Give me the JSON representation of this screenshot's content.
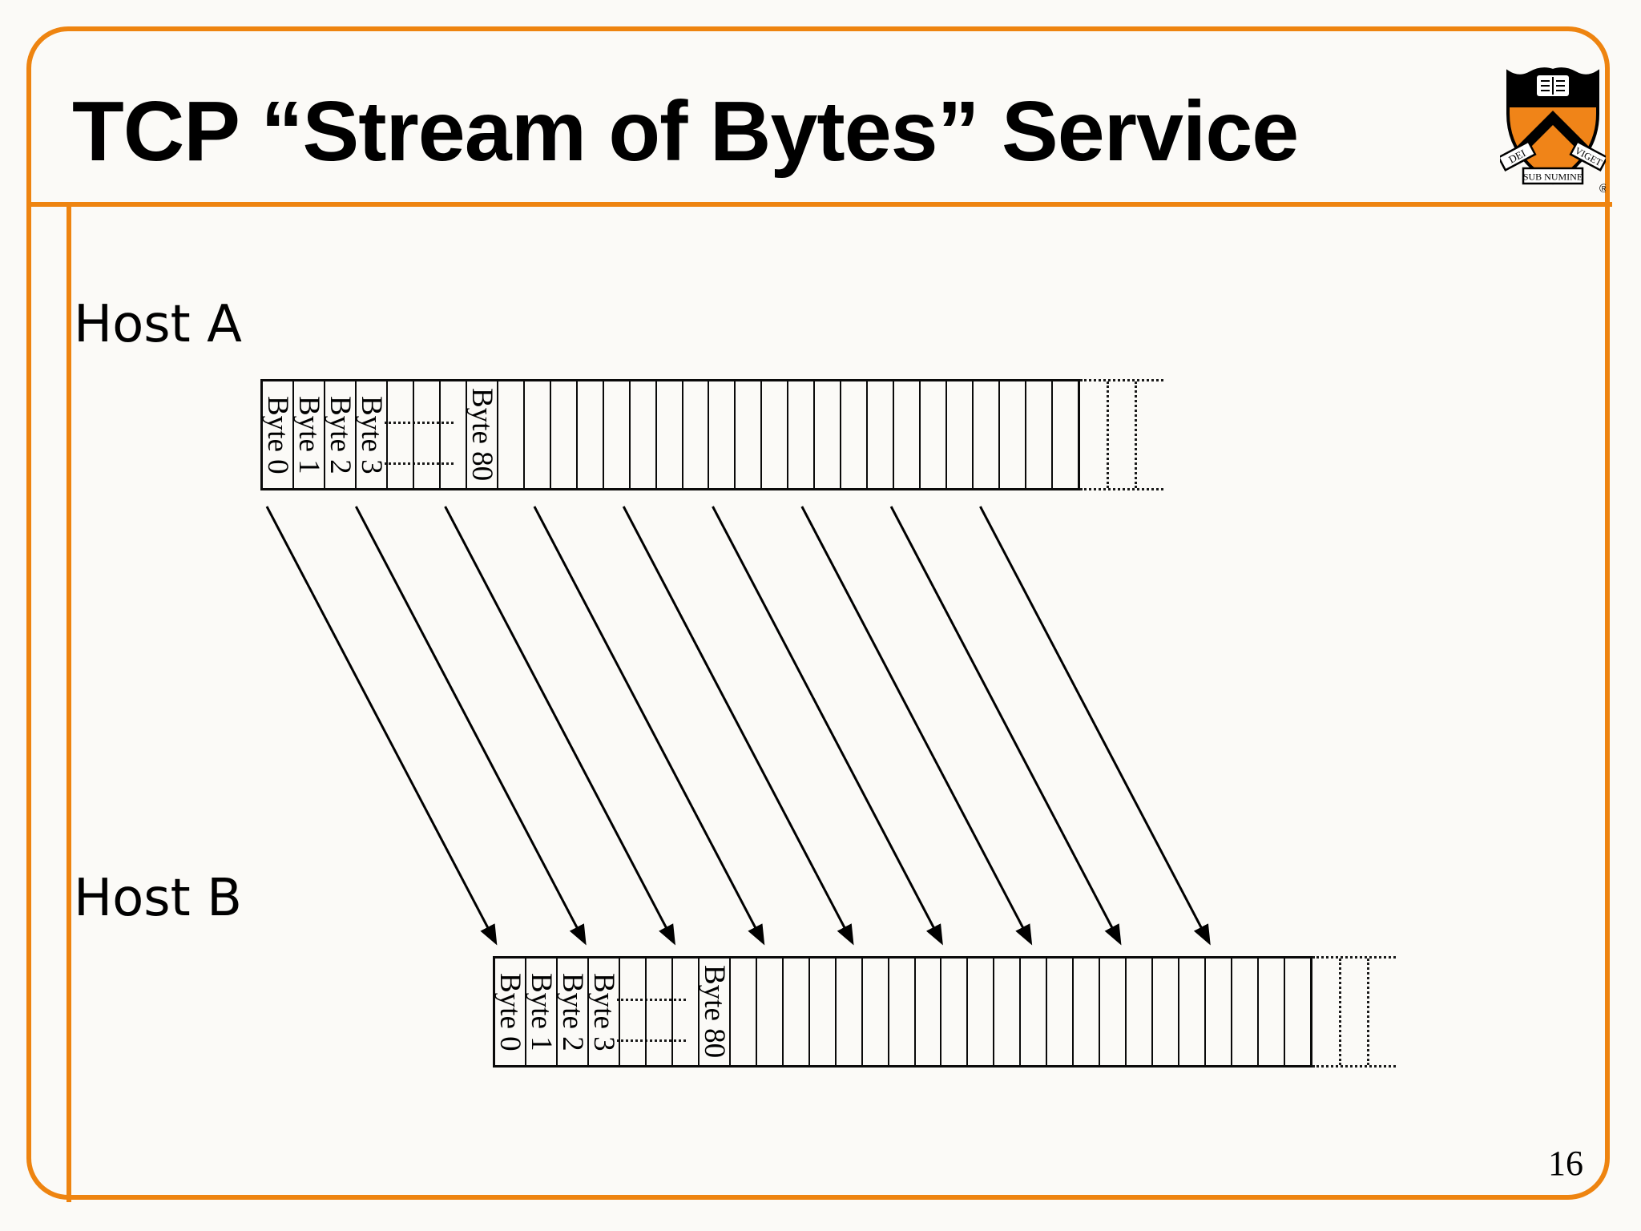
{
  "slide": {
    "title": "TCP “Stream of Bytes” Service",
    "page_number": "16"
  },
  "hosts": [
    {
      "name": "Host A",
      "cell_count": 30,
      "labels": [
        {
          "index": 0,
          "text": "Byte 0"
        },
        {
          "index": 1,
          "text": "Byte 1"
        },
        {
          "index": 2,
          "text": "Byte 2"
        },
        {
          "index": 3,
          "text": "Byte 3"
        },
        {
          "index": 7,
          "text": "Byte 80"
        }
      ]
    },
    {
      "name": "Host B",
      "cell_count": 30,
      "labels": [
        {
          "index": 0,
          "text": "Byte 0"
        },
        {
          "index": 1,
          "text": "Byte 1"
        },
        {
          "index": 2,
          "text": "Byte 2"
        },
        {
          "index": 3,
          "text": "Byte 3"
        },
        {
          "index": 7,
          "text": "Byte 80"
        }
      ]
    }
  ],
  "arrows": {
    "count": 9
  },
  "crest": {
    "motto_left": "DEI",
    "motto_center": "SUB NUMINE",
    "motto_right": "VIGET",
    "registered": "®"
  },
  "colors": {
    "accent": "#ee8410",
    "ink": "#000000"
  }
}
